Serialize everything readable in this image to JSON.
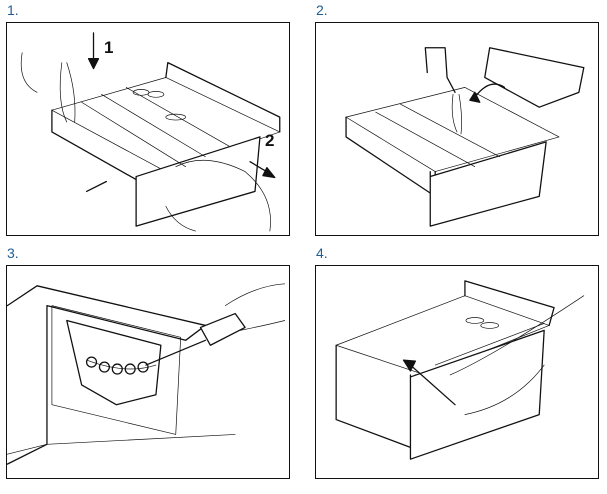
{
  "steps": [
    {
      "label": "1.",
      "callouts": [
        "1",
        "2"
      ]
    },
    {
      "label": "2."
    },
    {
      "label": "3."
    },
    {
      "label": "4."
    }
  ],
  "colors": {
    "step_label": "#1f5d95",
    "border": "#111111"
  }
}
